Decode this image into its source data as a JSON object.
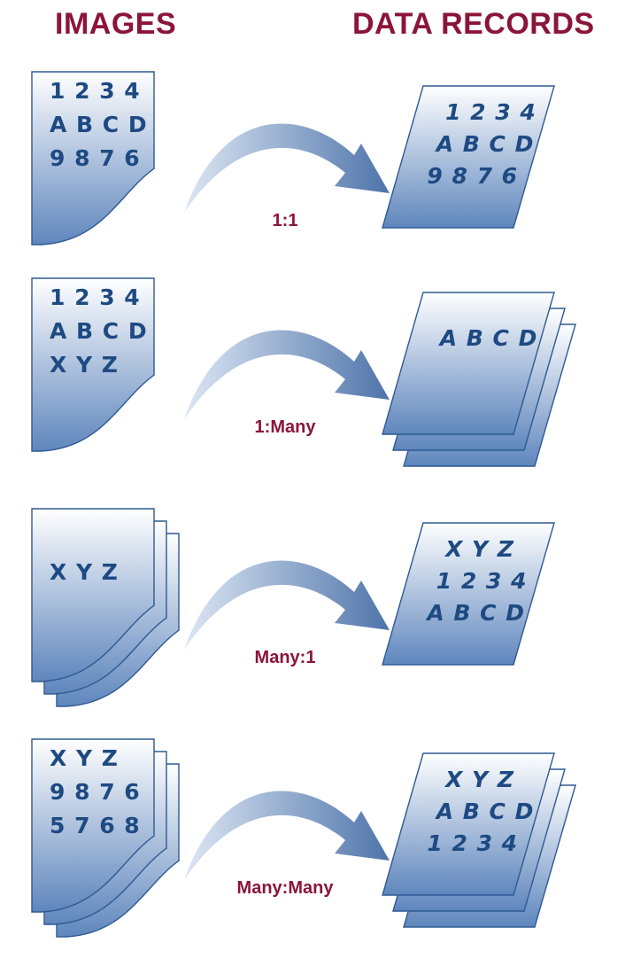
{
  "colors": {
    "header_text": "#8b1538",
    "label_text": "#8b1538",
    "doc_text": "#1e4a82",
    "doc_top": "#ffffff",
    "doc_bottom": "#5f86bd",
    "doc_edge": "#2e5a92",
    "arrow_light": "#dde7f4",
    "arrow_dark": "#4e74aa"
  },
  "headers": {
    "images": "IMAGES",
    "records": "DATA RECORDS"
  },
  "rows": [
    {
      "ratio": "1:1",
      "image_stack": 1,
      "record_stack": 1,
      "image_lines": [
        "1 2 3 4",
        "A B C D",
        "9 8 7 6"
      ],
      "record_lines": [
        "1 2 3 4",
        "A B C D",
        "9 8 7 6"
      ]
    },
    {
      "ratio": "1:Many",
      "image_stack": 1,
      "record_stack": 3,
      "image_lines": [
        "1 2 3 4",
        "A B C D",
        "X Y Z"
      ],
      "record_lines": [
        "A B C D"
      ]
    },
    {
      "ratio": "Many:1",
      "image_stack": 3,
      "record_stack": 1,
      "image_lines": [
        "X Y Z"
      ],
      "record_lines": [
        "X Y Z",
        "1 2 3 4",
        "A B C D"
      ]
    },
    {
      "ratio": "Many:Many",
      "image_stack": 3,
      "record_stack": 3,
      "image_lines": [
        "X Y Z",
        "9 8 7 6",
        "5 7 6 8"
      ],
      "record_lines": [
        "X Y Z",
        "A B C D",
        "1 2 3 4"
      ]
    }
  ]
}
